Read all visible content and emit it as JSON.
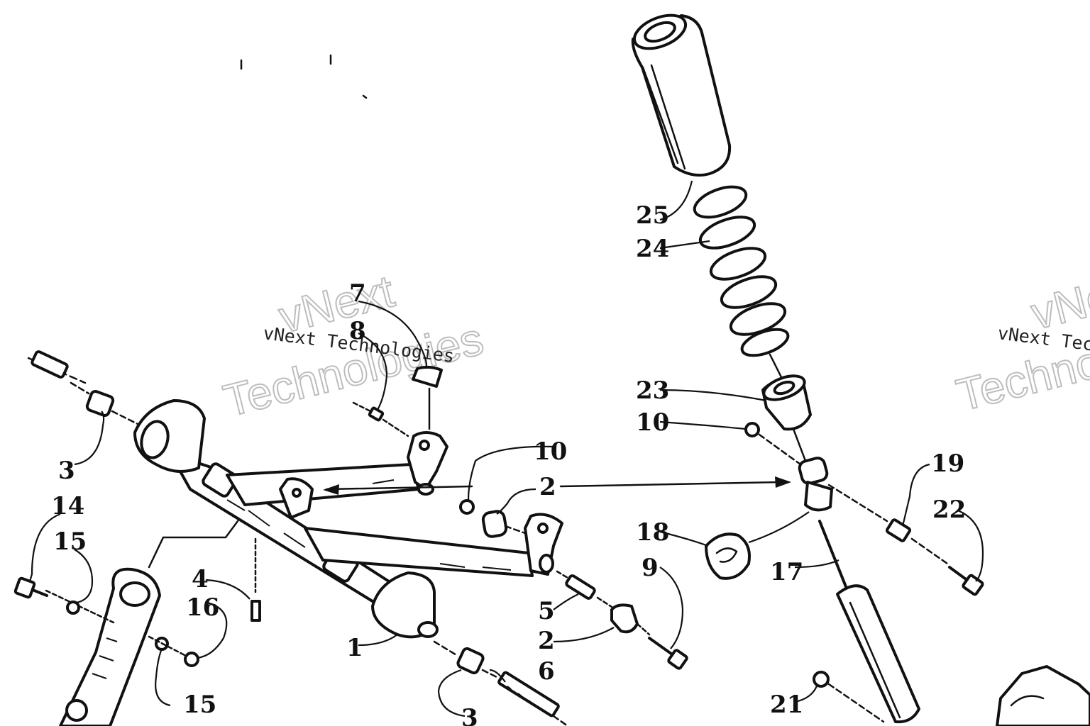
{
  "watermark": {
    "brand_short": "vNext",
    "brand_long": "Technologies",
    "brand_full": "vNext Technologies"
  },
  "callouts": {
    "c1": "1",
    "c2a": "2",
    "c2b": "2",
    "c3a": "3",
    "c3b": "3",
    "c4": "4",
    "c5": "5",
    "c6": "6",
    "c7": "7",
    "c8": "8",
    "c9": "9",
    "c10a": "10",
    "c10b": "10",
    "c14": "14",
    "c15a": "15",
    "c15b": "15",
    "c16": "16",
    "c17": "17",
    "c18": "18",
    "c19": "19",
    "c21": "21",
    "c22": "22",
    "c23": "23",
    "c24": "24",
    "c25": "25"
  }
}
